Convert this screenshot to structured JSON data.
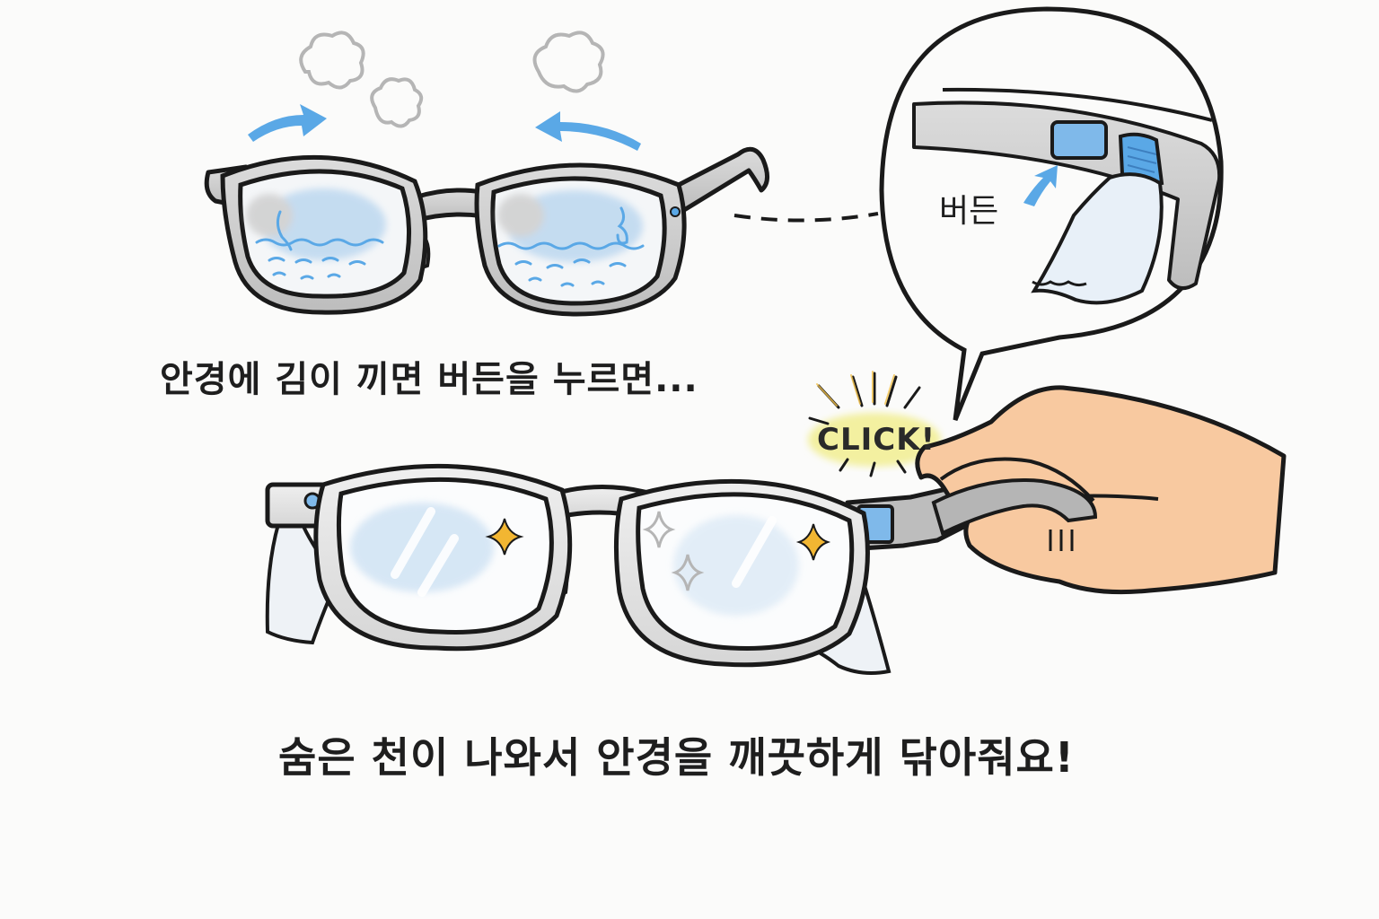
{
  "illustration": {
    "caption_top": "안경에 김이 끼면 버든을 누르면...",
    "caption_bottom": "숨은 천이 나와서 안경을 깨끗하게 닦아줘요!",
    "zoom_bubble": {
      "button_label": "버든"
    },
    "sound_effect": "CLICK!",
    "colors": {
      "background": "#fbfbfa",
      "frame_gray": "#c9c9c9",
      "outline": "#1a1a1a",
      "accent_blue": "#5aa8e6",
      "fog_blue": "#b9d6ef",
      "skin": "#f8c9a0",
      "sparkle_gold": "#f2b632",
      "click_highlight": "#f3f0a0",
      "steam_gray": "#b5b5b5"
    }
  }
}
